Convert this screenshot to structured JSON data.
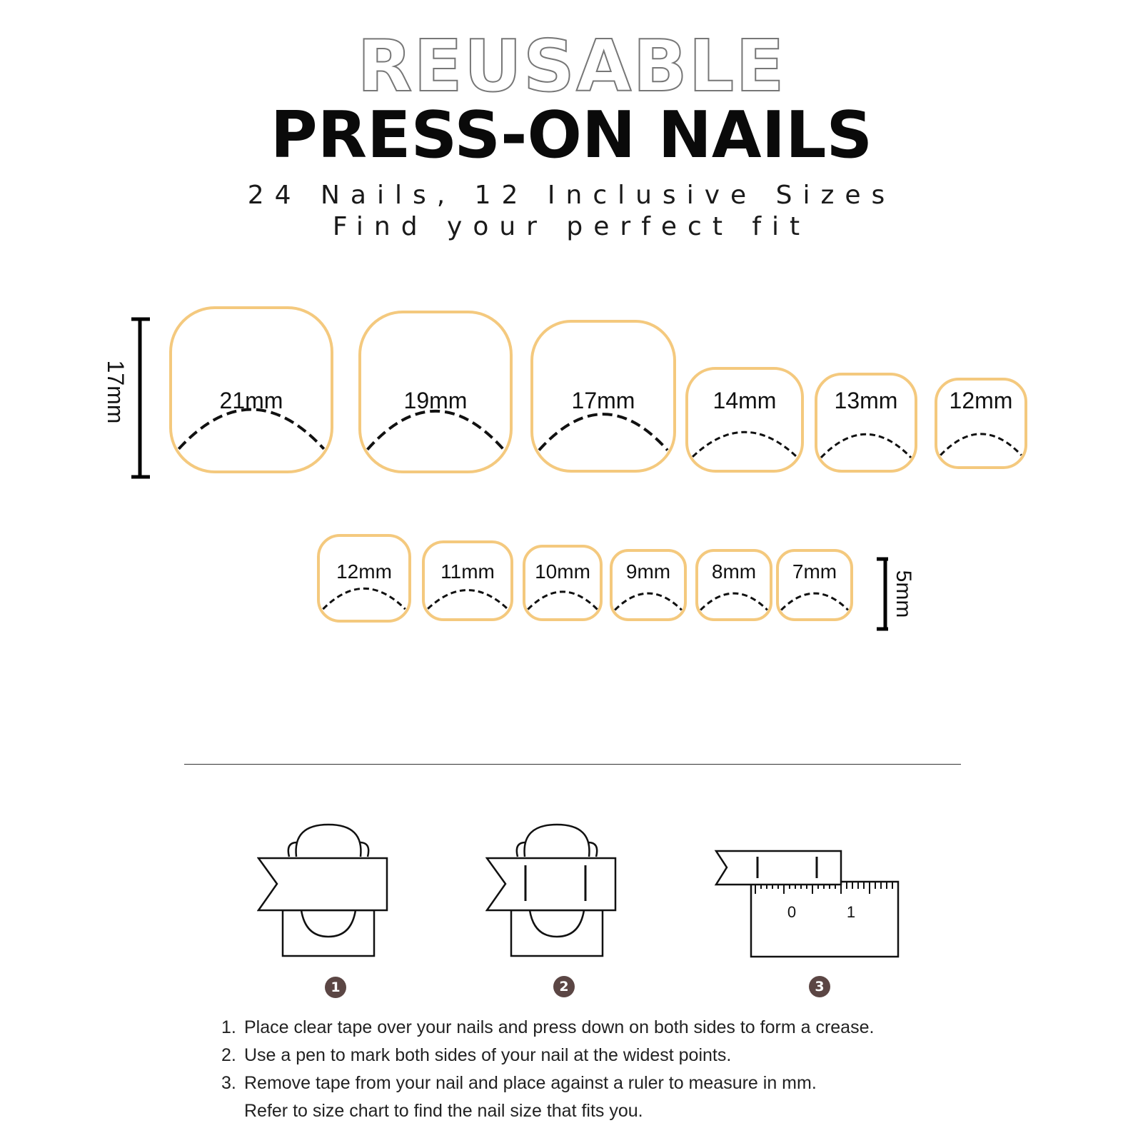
{
  "header": {
    "title_outline": "REUSABLE",
    "title_main": "PRESS-ON NAILS",
    "subtitle_line1": "24 Nails, 12 Inclusive Sizes",
    "subtitle_line2": "Find your perfect fit"
  },
  "colors": {
    "nail_outline": "#f4c97e",
    "badge": "#5b4644",
    "text": "#111111"
  },
  "dimensions": {
    "large_height_label": "17mm",
    "small_height_label": "5mm"
  },
  "sizes_row1": [
    "21mm",
    "19mm",
    "17mm",
    "14mm",
    "13mm",
    "12mm"
  ],
  "sizes_row2": [
    "12mm",
    "11mm",
    "10mm",
    "9mm",
    "8mm",
    "7mm"
  ],
  "steps": {
    "badges": [
      "1",
      "2",
      "3"
    ],
    "ruler_labels": [
      "0",
      "1"
    ],
    "instructions": [
      {
        "num": "1.",
        "text": "Place clear tape over your nails and press down on both sides to form a crease."
      },
      {
        "num": "2.",
        "text": "Use a pen to mark both sides of your nail at the widest points."
      },
      {
        "num": "3.",
        "text": "Remove tape from your nail and place against a ruler to measure in mm."
      }
    ],
    "continuation": "Refer to size chart to find the nail size that fits you."
  }
}
